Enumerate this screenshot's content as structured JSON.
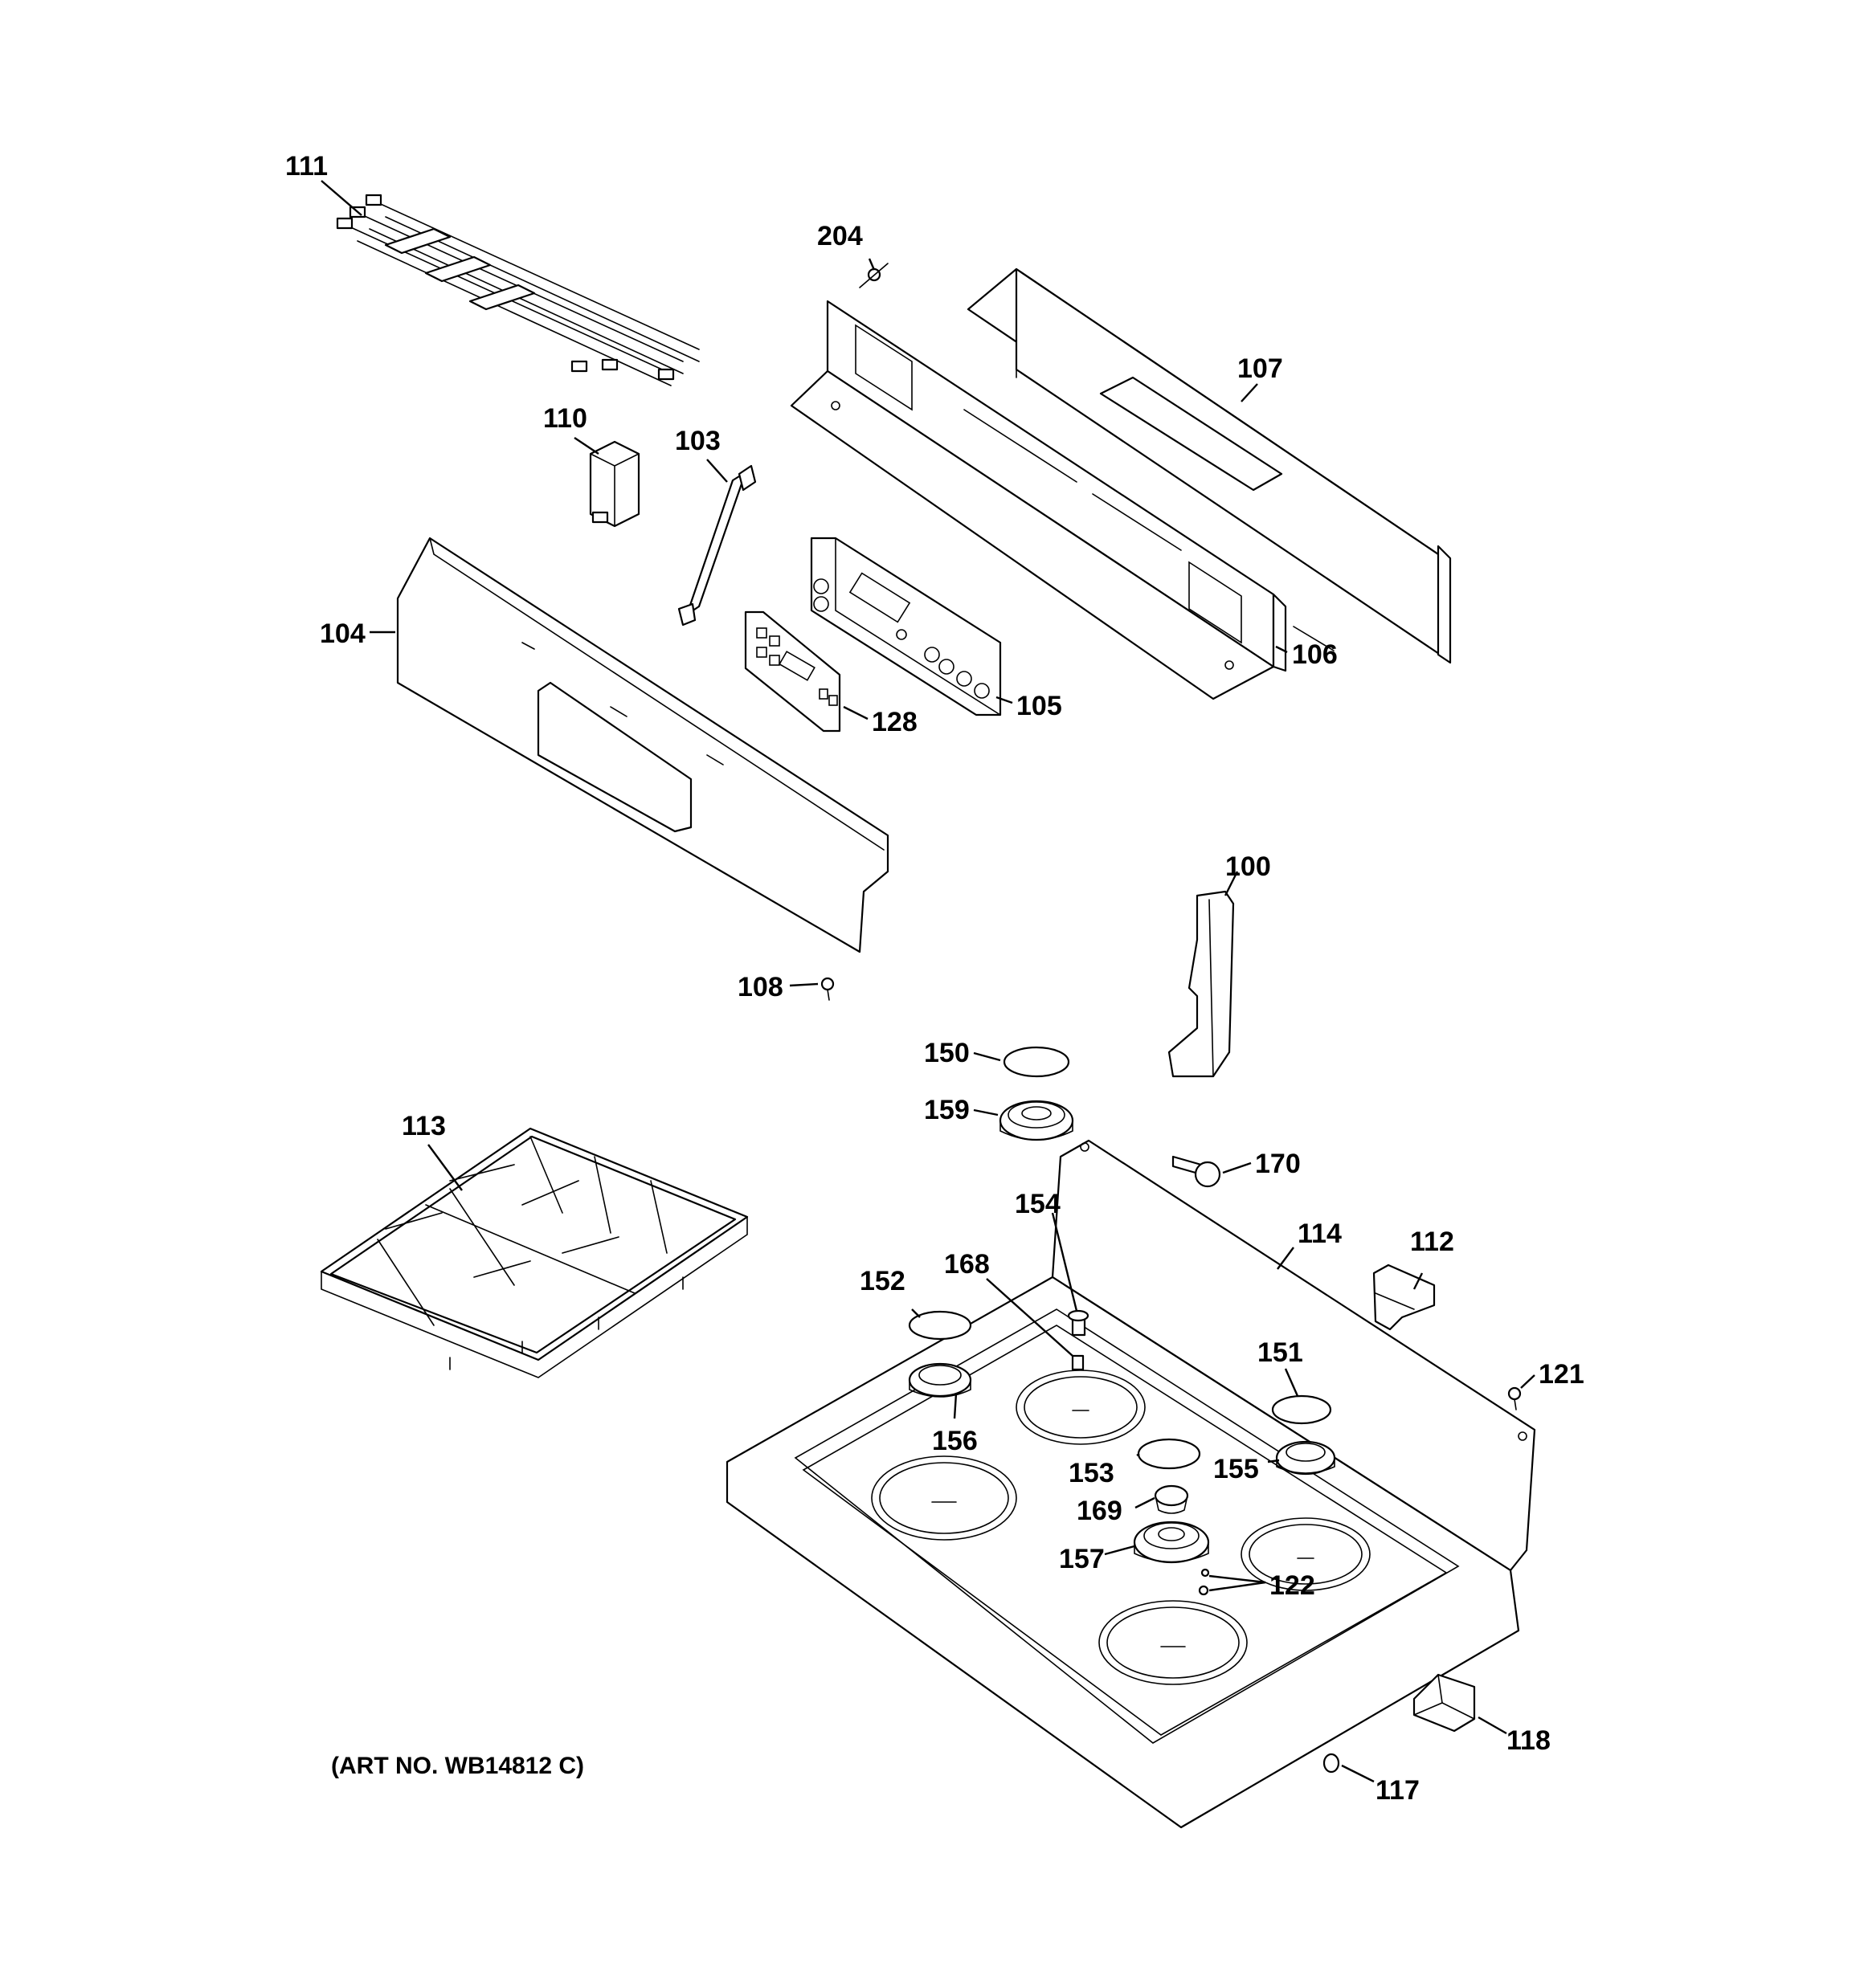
{
  "labels": {
    "p100": "100",
    "p103": "103",
    "p104": "104",
    "p105": "105",
    "p106": "106",
    "p107": "107",
    "p108": "108",
    "p110": "110",
    "p111": "111",
    "p112": "112",
    "p113": "113",
    "p114": "114",
    "p117": "117",
    "p118": "118",
    "p121": "121",
    "p122": "122",
    "p128": "128",
    "p150": "150",
    "p151": "151",
    "p152": "152",
    "p153": "153",
    "p154": "154",
    "p155": "155",
    "p156": "156",
    "p157": "157",
    "p159": "159",
    "p168": "168",
    "p169": "169",
    "p170": "170",
    "p204": "204"
  },
  "art_number": "(ART NO. WB14812 C)"
}
